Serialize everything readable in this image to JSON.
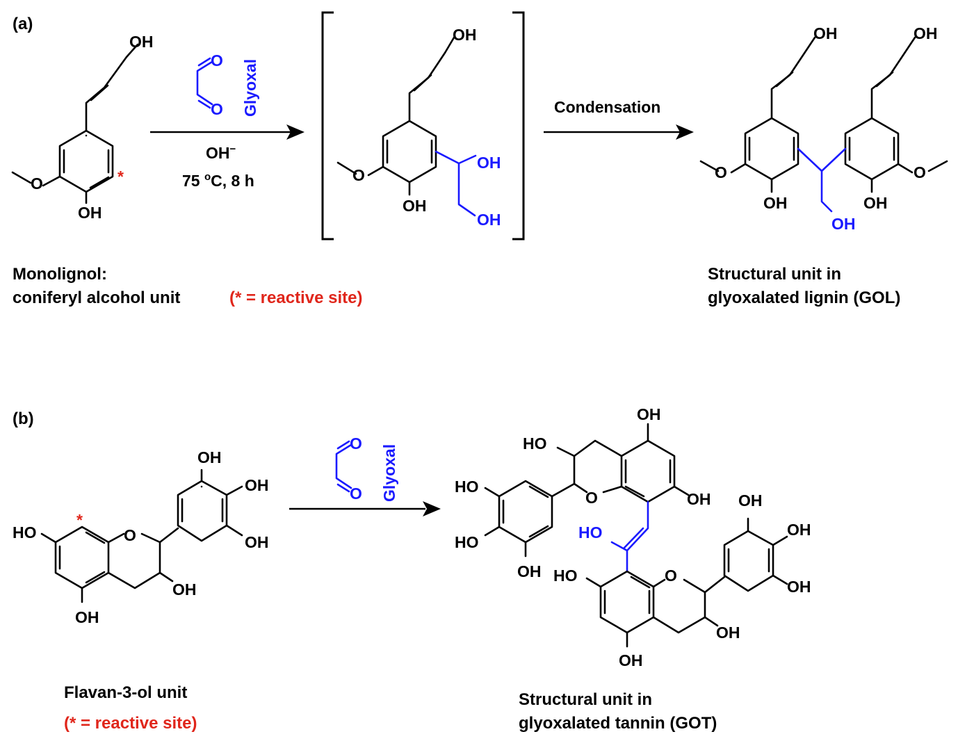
{
  "panel_a": {
    "label": "(a)",
    "reagent": {
      "o_top": "O",
      "o_bottom": "O",
      "name": "Glyoxal",
      "condition_base": "OH",
      "condition_base_sup": "−",
      "condition_temp": "75 ",
      "condition_temp_sup": "o",
      "condition_temp_rest": "C, 8 h"
    },
    "step2_label": "Condensation",
    "monolignol": {
      "oh_top": "OH",
      "methoxy_o": "O",
      "oh_bottom": "OH",
      "star": "*",
      "caption_line1": "Monolignol:",
      "caption_line2": "coniferyl alcohol unit",
      "caption_reactive": "(* = reactive site)"
    },
    "intermediate": {
      "oh_top": "OH",
      "methoxy_o": "O",
      "oh_phenol": "OH",
      "oh_blue1": "OH",
      "oh_blue2": "OH"
    },
    "product": {
      "oh_top_left": "OH",
      "oh_top_right": "OH",
      "methoxy_left": "O",
      "methoxy_right": "O",
      "oh_phenol_left": "OH",
      "oh_phenol_right": "OH",
      "oh_blue": "OH",
      "caption_line1": "Structural unit in",
      "caption_line2": "glyoxalated lignin (GOL)"
    }
  },
  "panel_b": {
    "label": "(b)",
    "reagent": {
      "o_top": "O",
      "o_bottom": "O",
      "name": "Glyoxal"
    },
    "flavanol": {
      "ho_left": "HO",
      "star": "*",
      "ring_o": "O",
      "oh_b1": "OH",
      "oh_b2": "OH",
      "oh_b3": "OH",
      "oh_c3": "OH",
      "oh_a5": "OH",
      "caption": "Flavan-3-ol unit",
      "caption_reactive": "(* = reactive site)"
    },
    "product": {
      "top_oh_a5": "OH",
      "top_ho_c3": "HO",
      "top_ring_o": "O",
      "top_oh_a7": "OH",
      "top_ho_b1": "HO",
      "top_ho_b2": "HO",
      "top_oh_b3": "OH",
      "bridge_ho": "HO",
      "bot_ho_a7": "HO",
      "bot_ring_o": "O",
      "bot_oh_c3": "OH",
      "bot_oh_a5": "OH",
      "bot_oh_b1": "OH",
      "bot_oh_b2": "OH",
      "bot_oh_b3": "OH",
      "caption_line1": "Structural unit in",
      "caption_line2": "glyoxalated tannin (GOT)"
    }
  }
}
